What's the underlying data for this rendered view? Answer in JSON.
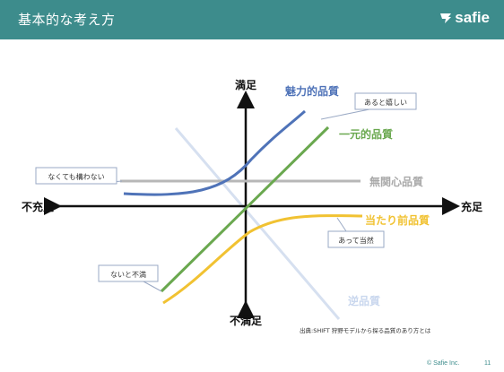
{
  "header": {
    "title": "基本的な考え方",
    "brand": "safie"
  },
  "axes": {
    "top": "満足",
    "bottom": "不満足",
    "left": "不充足",
    "right": "充足"
  },
  "qualities": {
    "attractive": {
      "label": "魅力的品質",
      "color": "#4f73b8"
    },
    "one_dimensional": {
      "label": "一元的品質",
      "color": "#6aa84f"
    },
    "indifferent": {
      "label": "無関心品質",
      "color": "#a9a9a9"
    },
    "must_be": {
      "label": "当たり前品質",
      "color": "#f1c232"
    },
    "reverse": {
      "label": "逆品質",
      "color": "#c9d7ee"
    }
  },
  "callouts": {
    "nice_to_have": "あると嬉しい",
    "dont_care": "なくても構わない",
    "expected": "あって当然",
    "unhappy_without": "ないと不満"
  },
  "source": "出典:SHIFT 狩野モデルから探る品質のあり方とは",
  "footer": {
    "copyright": "© Safie Inc.",
    "page": "11"
  }
}
